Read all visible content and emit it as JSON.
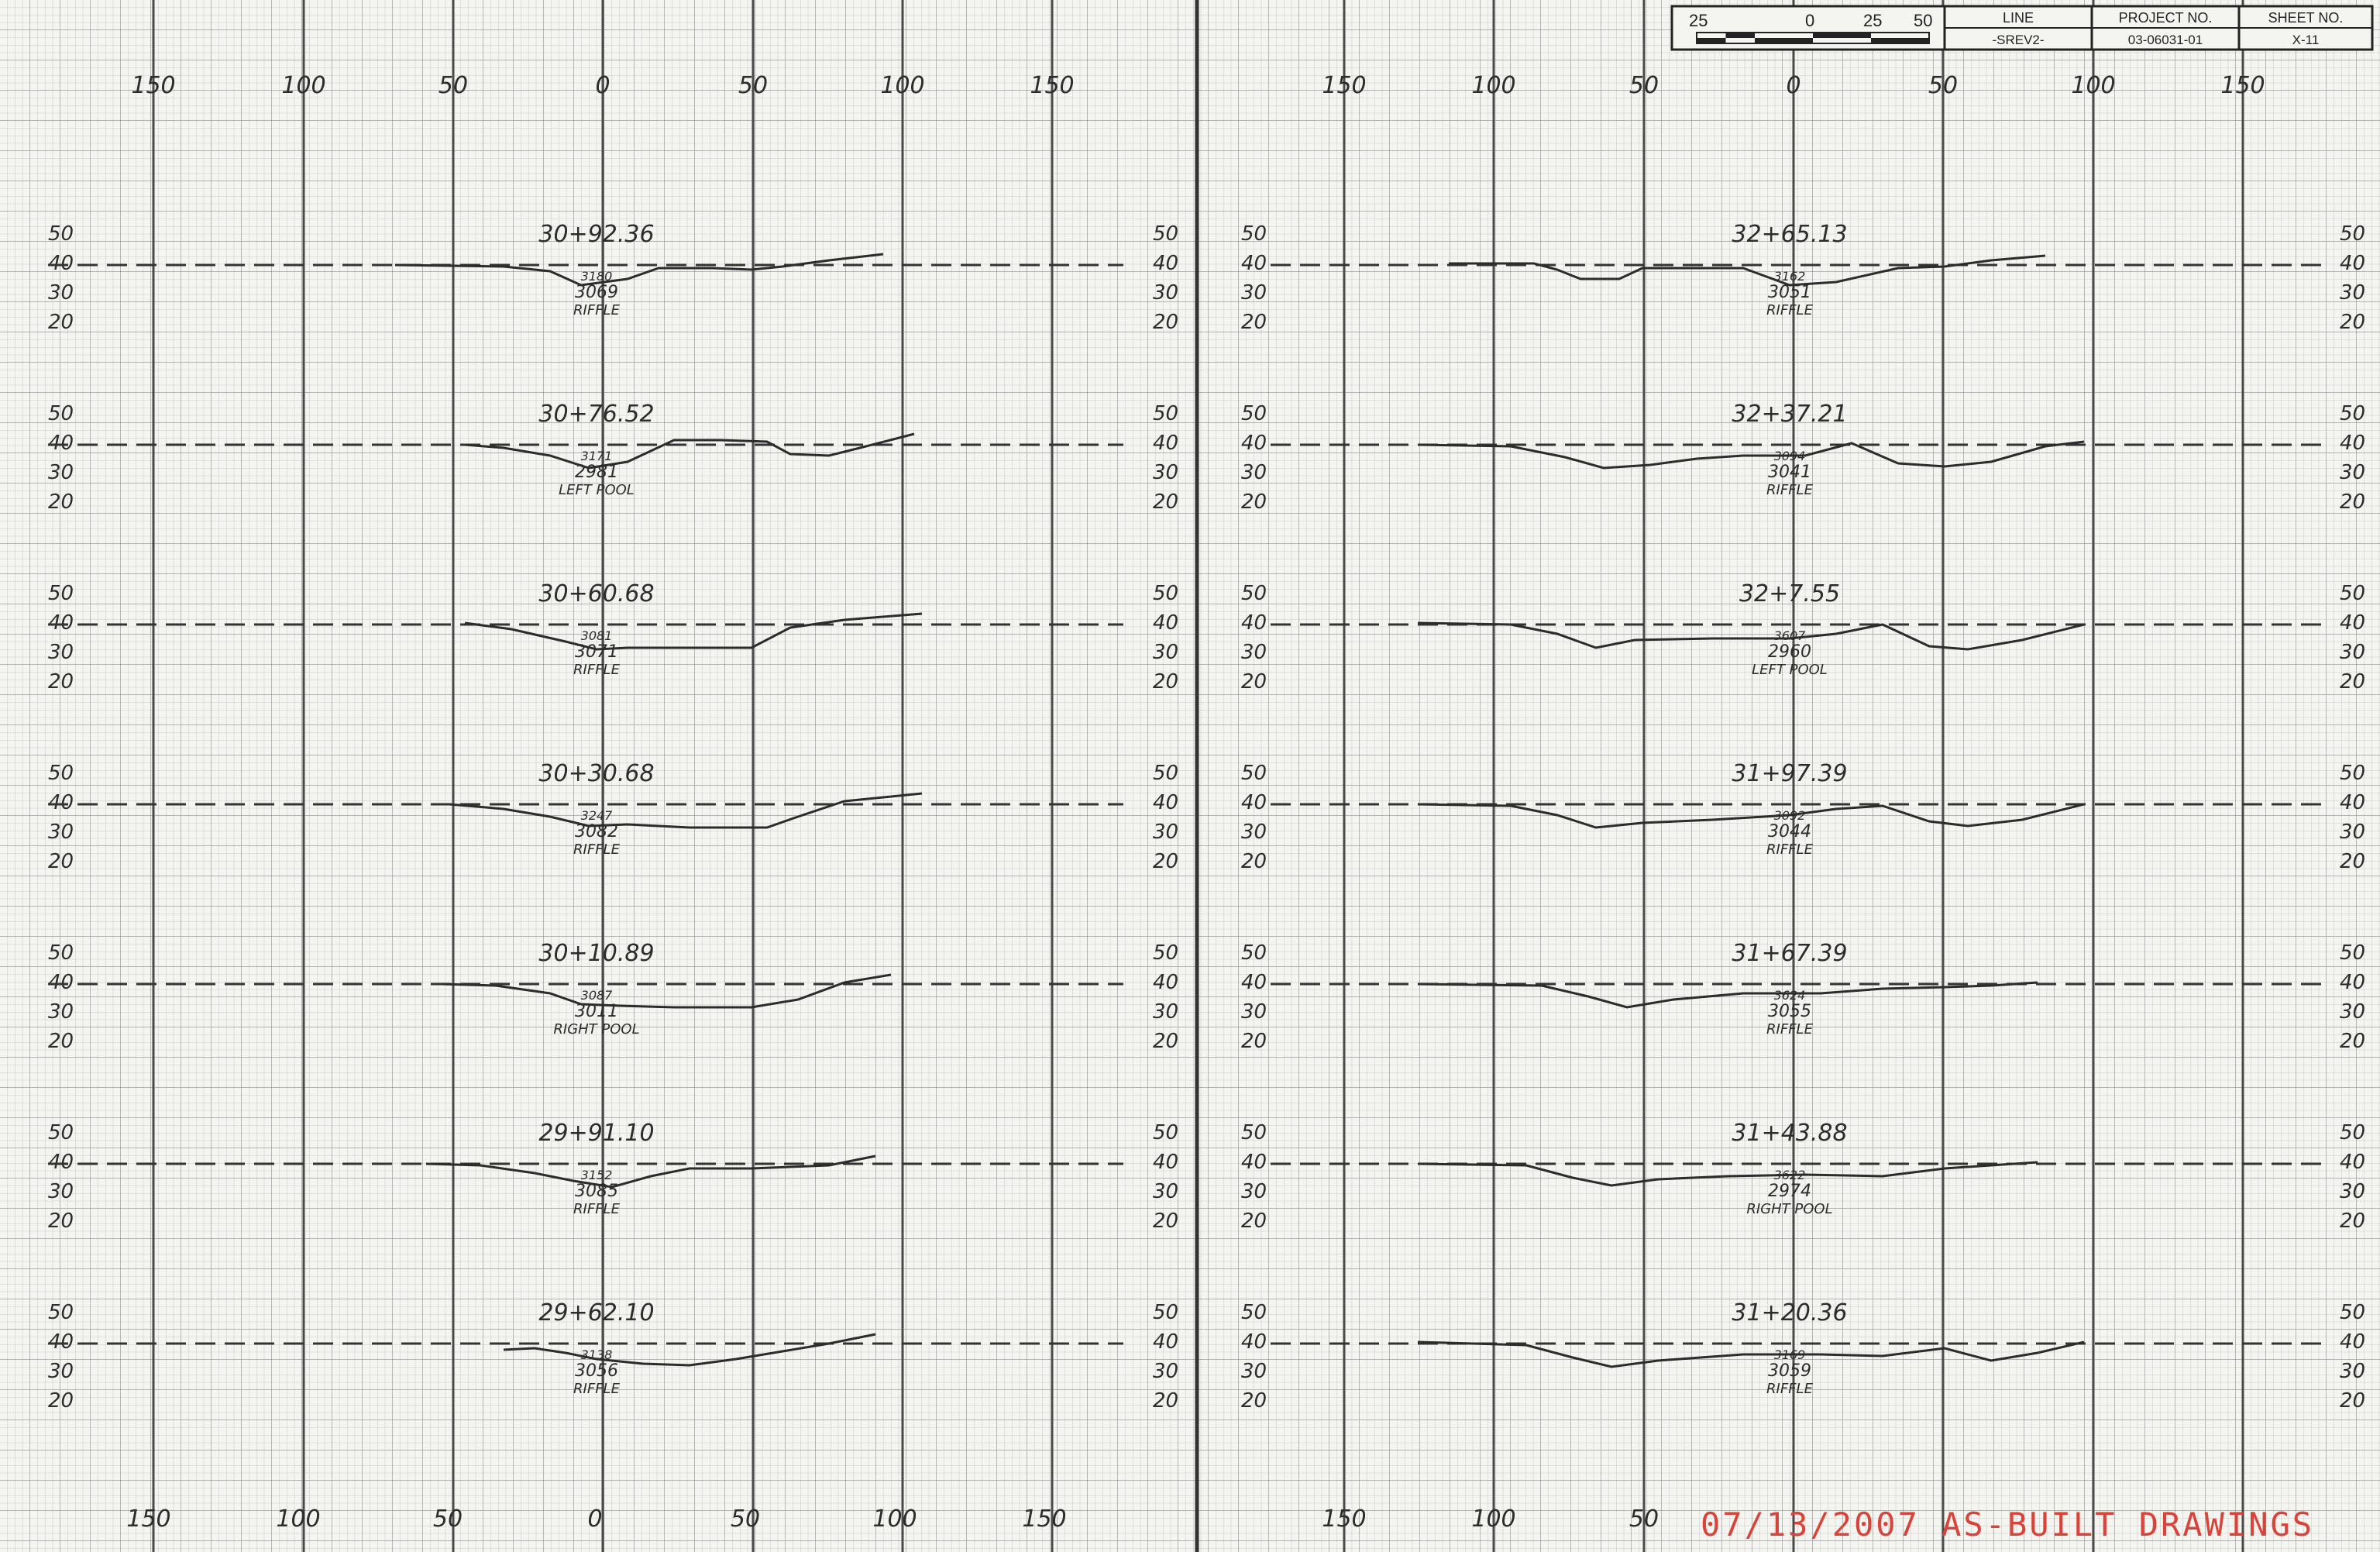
{
  "title_block": {
    "scale_labels": [
      "25",
      "0",
      "25",
      "50"
    ],
    "headers": [
      "LINE",
      "PROJECT NO.",
      "SHEET NO."
    ],
    "values": [
      "-SREV2-",
      "03-06031-01",
      "X-11"
    ]
  },
  "offset_ticks": {
    "top_left": [
      "150",
      "100",
      "50",
      "0",
      "50",
      "100",
      "150"
    ],
    "top_right": [
      "150",
      "100",
      "50",
      "0",
      "50",
      "100",
      "150"
    ],
    "bottom_left": [
      "150",
      "100",
      "50",
      "0",
      "50",
      "100",
      "150"
    ],
    "bottom_right": [
      "150",
      "100",
      "50"
    ]
  },
  "elevation_ticks": [
    "50",
    "40",
    "30",
    "20"
  ],
  "left_column": [
    {
      "station": "30+92.36",
      "e1": "3180",
      "e2": "3069",
      "feature": "RIFFLE"
    },
    {
      "station": "30+76.52",
      "e1": "3171",
      "e2": "2981",
      "feature": "LEFT POOL"
    },
    {
      "station": "30+60.68",
      "e1": "3081",
      "e2": "3071",
      "feature": "RIFFLE"
    },
    {
      "station": "30+30.68",
      "e1": "3247",
      "e2": "3082",
      "feature": "RIFFLE"
    },
    {
      "station": "30+10.89",
      "e1": "3087",
      "e2": "3011",
      "feature": "RIGHT POOL"
    },
    {
      "station": "29+91.10",
      "e1": "3152",
      "e2": "3085",
      "feature": "RIFFLE"
    },
    {
      "station": "29+62.10",
      "e1": "3138",
      "e2": "3056",
      "feature": "RIFFLE"
    }
  ],
  "right_column": [
    {
      "station": "32+65.13",
      "e1": "3162",
      "e2": "3051",
      "feature": "RIFFLE"
    },
    {
      "station": "32+37.21",
      "e1": "3094",
      "e2": "3041",
      "feature": "RIFFLE"
    },
    {
      "station": "32+7.55",
      "e1": "3607",
      "e2": "2960",
      "feature": "LEFT POOL"
    },
    {
      "station": "31+97.39",
      "e1": "3092",
      "e2": "3044",
      "feature": "RIFFLE"
    },
    {
      "station": "31+67.39",
      "e1": "3624",
      "e2": "3055",
      "feature": "RIFFLE"
    },
    {
      "station": "31+43.88",
      "e1": "3622",
      "e2": "2974",
      "feature": "RIGHT POOL"
    },
    {
      "station": "31+20.36",
      "e1": "3169",
      "e2": "3059",
      "feature": "RIFFLE"
    }
  ],
  "stamp": "07/13/2007 AS-BUILT DRAWINGS",
  "colors": {
    "paper": "#f4f4f1",
    "grid_fine": "#bcbcbc",
    "grid_mid": "#8e8e8e",
    "grid_major": "#4a4a4a",
    "ink": "#2c2c2c",
    "stamp": "#d8443a"
  }
}
